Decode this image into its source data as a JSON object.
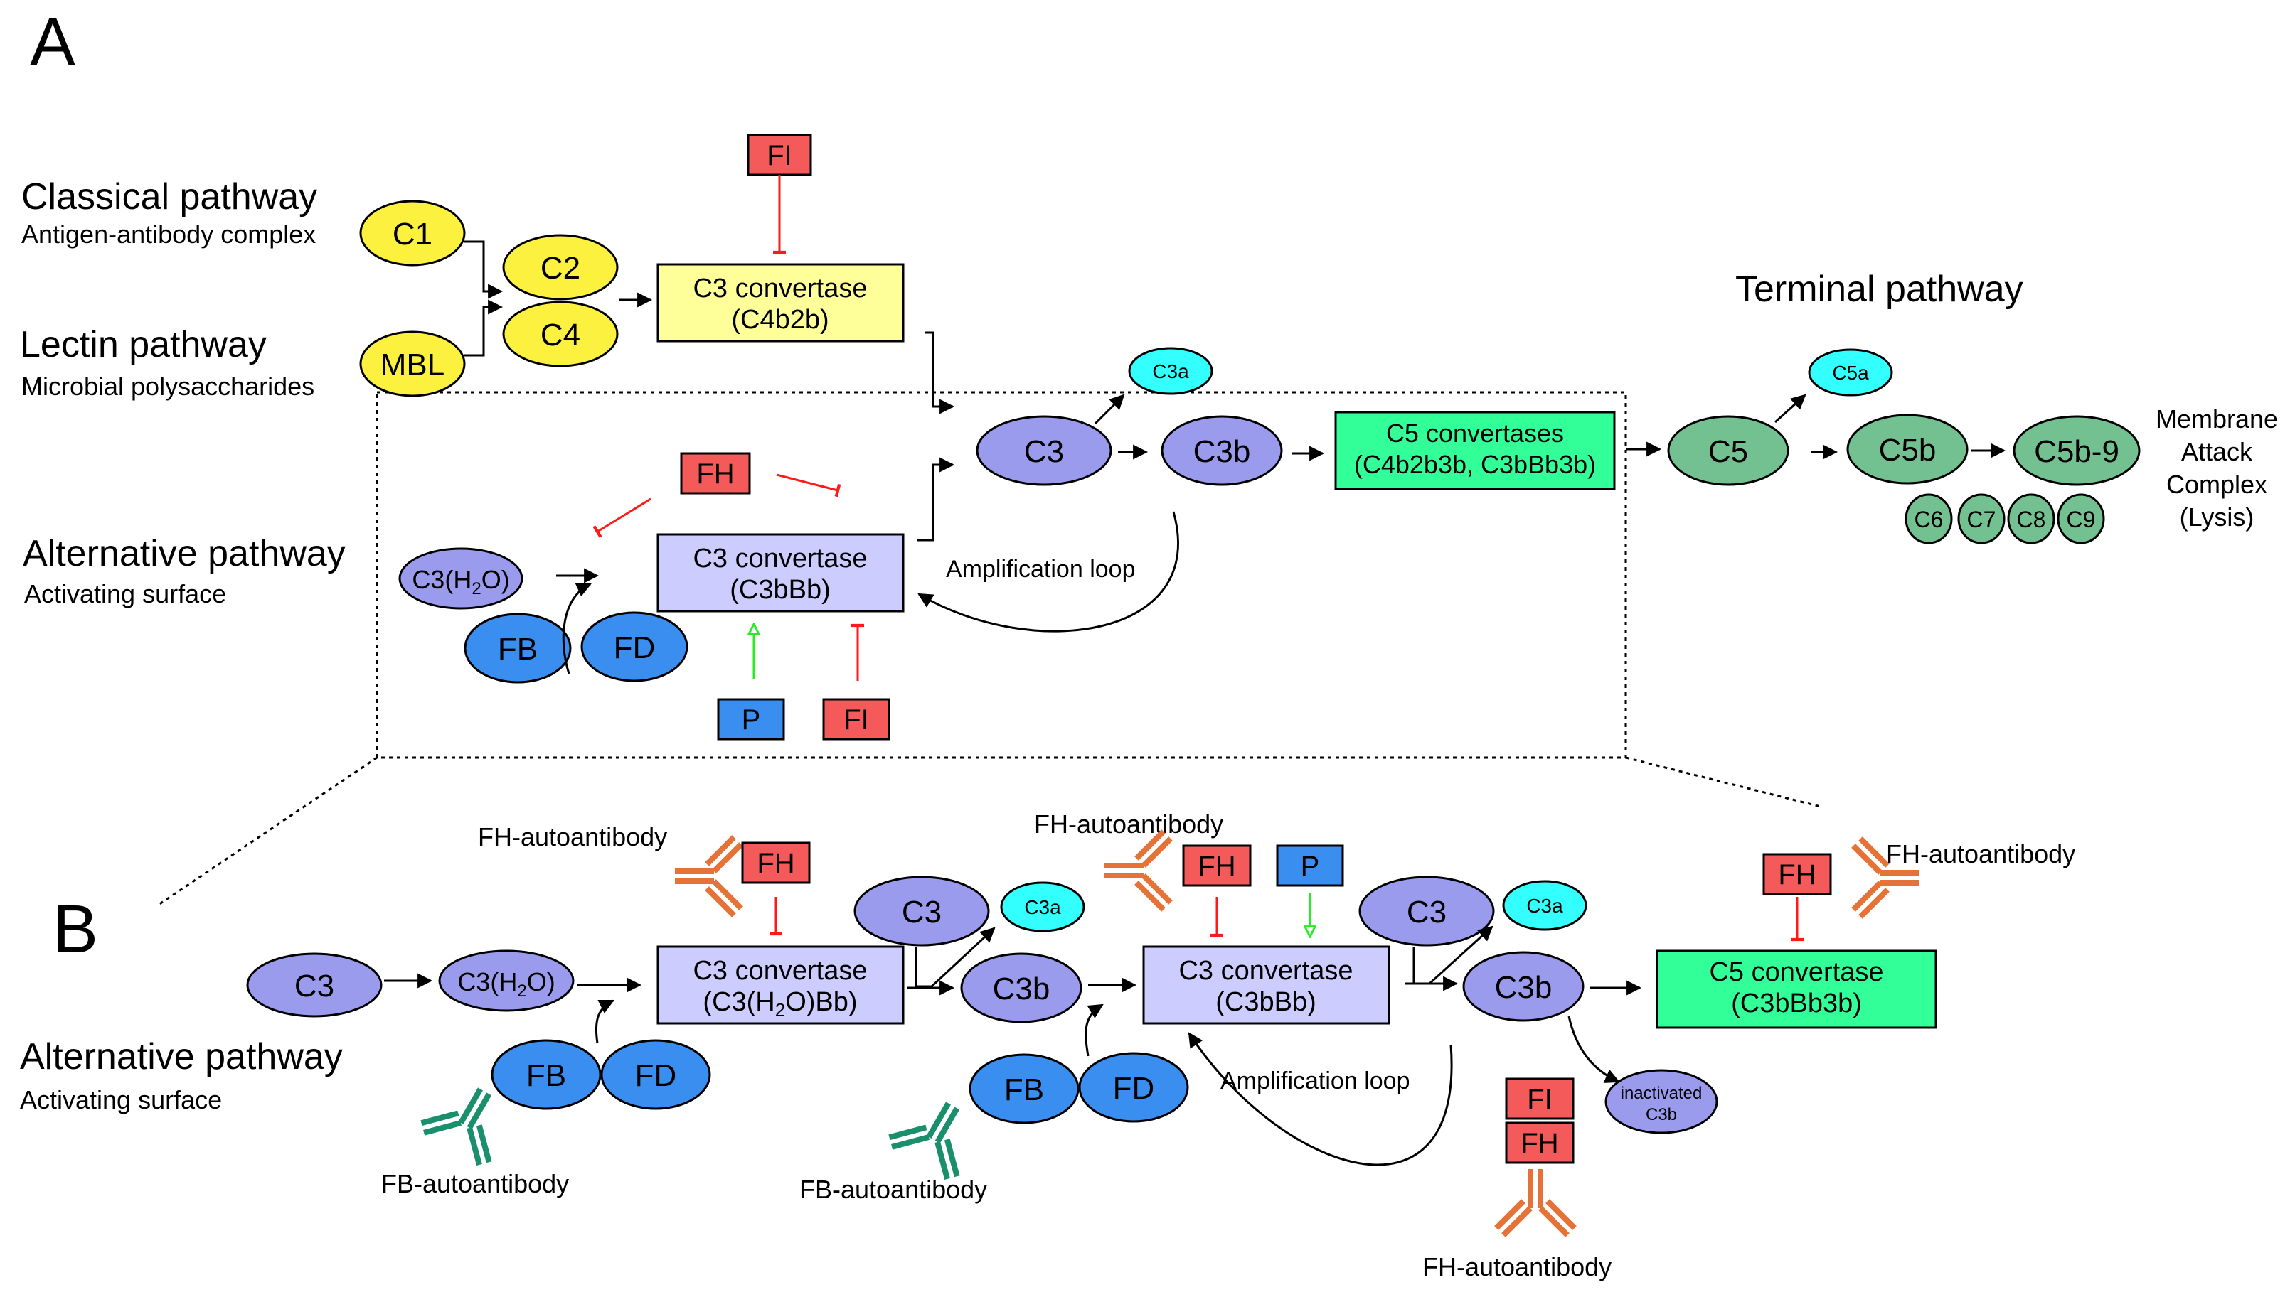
{
  "panels": {
    "a": "A",
    "b": "B"
  },
  "pathways": {
    "classical": {
      "title": "Classical pathway",
      "sub": "Antigen-antibody complex"
    },
    "lectin": {
      "title": "Lectin pathway",
      "sub": "Microbial polysaccharides"
    },
    "alternative_a": {
      "title": "Alternative pathway",
      "sub": "Activating surface"
    },
    "terminal": {
      "title": "Terminal pathway"
    },
    "alternative_b": {
      "title": "Alternative pathway",
      "sub": "Activating surface"
    }
  },
  "nodes_a": {
    "c1": "C1",
    "mbl": "MBL",
    "c2": "C2",
    "c4": "C4",
    "fi_top": "FI",
    "conv_classical": {
      "line1": "C3 convertase",
      "line2": "(C4b2b)"
    },
    "fh": "FH",
    "c3h2o": {
      "main": "C3(H",
      "sub": "2",
      "tail": "O)"
    },
    "fb": "FB",
    "fd": "FD",
    "conv_alt": {
      "line1": "C3 convertase",
      "line2": "(C3bBb)"
    },
    "p": "P",
    "fi_bottom": "FI",
    "c3a": "C3a",
    "c3": "C3",
    "c3b": "C3b",
    "c5conv": {
      "line1": "C5 convertases",
      "line2": "(C4b2b3b, C3bBb3b)"
    },
    "amp_loop": "Amplification loop",
    "c5a": "C5a",
    "c5": "C5",
    "c5b": "C5b",
    "c5b9": "C5b-9",
    "c6": "C6",
    "c7": "C7",
    "c8": "C8",
    "c9": "C9",
    "mac": {
      "l1": "Membrane",
      "l2": "Attack",
      "l3": "Complex",
      "l4": "(Lysis)"
    }
  },
  "nodes_b": {
    "c3": "C3",
    "c3h2o": {
      "main": "C3(H",
      "sub": "2",
      "tail": "O)"
    },
    "fb1": "FB",
    "fd1": "FD",
    "fb_ab1": "FB-autoantibody",
    "fh_ab1": "FH-autoantibody",
    "fh1": "FH",
    "conv1": {
      "line1": "C3 convertase",
      "l2a": "(C3(H",
      "l2sub": "2",
      "l2b": "O)Bb)"
    },
    "c3_2": "C3",
    "c3a_1": "C3a",
    "c3b_1": "C3b",
    "fb2": "FB",
    "fd2": "FD",
    "fb_ab2": "FB-autoantibody",
    "fh_ab2": "FH-autoantibody",
    "fh2": "FH",
    "p": "P",
    "conv2": {
      "line1": "C3 convertase",
      "line2": "(C3bBb)"
    },
    "amp_loop": "Amplification loop",
    "c3_3": "C3",
    "c3a_2": "C3a",
    "c3b_2": "C3b",
    "fi": "FI",
    "fh3": "FH",
    "fh_ab3": "FH-autoantibody",
    "inactivated": {
      "l1": "inactivated",
      "l2": "C3b"
    },
    "fh4": "FH",
    "fh_ab4": "FH-autoantibody",
    "c5conv": {
      "line1": "C5 convertase",
      "line2": "(C3bBb3b)"
    }
  },
  "colors": {
    "yellow": "#fdf13f",
    "pale_yellow": "#ffff99",
    "lavender": "#9b9bee",
    "pale_lavender": "#ccccff",
    "blue": "#3a8ef0",
    "cyan": "#33ffff",
    "red": "#f45a5a",
    "green": "#33ff99",
    "dark_green": "#73c191",
    "inhibit": "#ff1a1a",
    "activate": "#22ee22",
    "antibody_orange": "#e57337",
    "antibody_teal": "#1a8f6b"
  }
}
